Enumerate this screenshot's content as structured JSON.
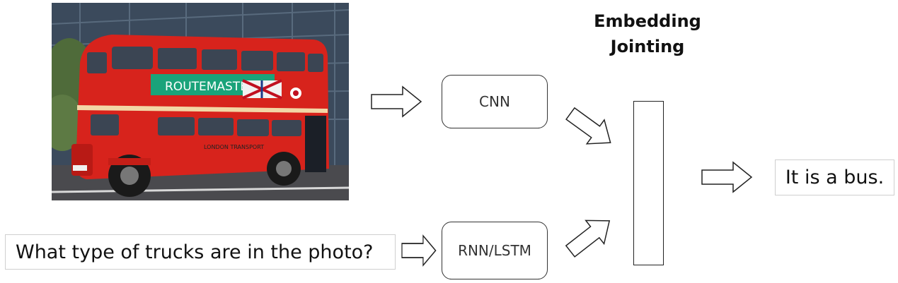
{
  "title": "Embedding Jointing",
  "nodes": {
    "cnn": "CNN",
    "rnn_line1": "RNN/",
    "rnn_line2": "LSTM"
  },
  "question": "What type of trucks are in the photo?",
  "answer": "It is a bus.",
  "photo": {
    "description_icon": "red-double-decker-bus-photo",
    "bus_banner_text": "ROUTEMASTER",
    "bus_side_text": "LONDON TRANSPORT",
    "colors": {
      "bus_red": "#d7231c",
      "banner_green": "#1aa37a",
      "building": "#2f3b48"
    }
  },
  "colors": {
    "outline": "#333333",
    "textbox_border": "#cfcfcf"
  }
}
